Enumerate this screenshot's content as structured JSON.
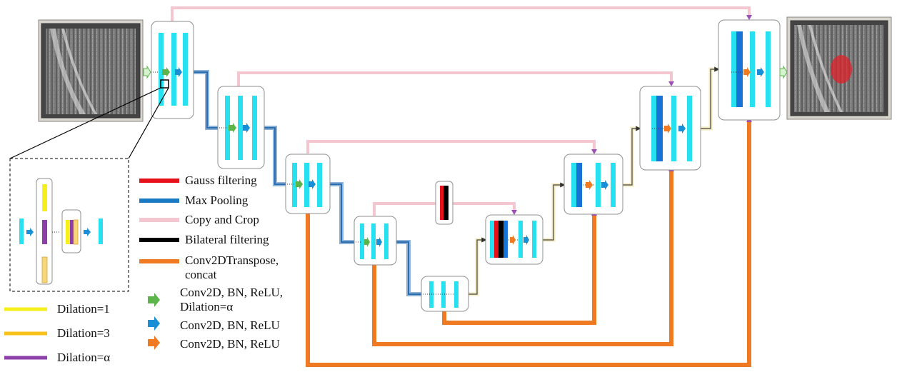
{
  "legend": {
    "items": [
      {
        "label": "Gauss filtering",
        "color": "#e8101a"
      },
      {
        "label": "Max Pooling",
        "color": "#1b7ac4"
      },
      {
        "label": "Copy and Crop",
        "color": "#f4c6cf"
      },
      {
        "label": "Bilateral filtering",
        "color": "#000000"
      },
      {
        "label": "Conv2DTranspose,",
        "label2": "concat",
        "color": "#f07a21"
      }
    ],
    "arrows": [
      {
        "label": "Conv2D, BN, ReLU,",
        "label2": "Dilation=α",
        "color": "#5cb44a"
      },
      {
        "label": "Conv2D, BN, ReLU",
        "color": "#1b8fd6"
      },
      {
        "label": "Conv2D, BN, ReLU",
        "color": "#f07a21"
      }
    ]
  },
  "dilation_legend": [
    {
      "label": "Dilation=1",
      "color": "#f7ef1c"
    },
    {
      "label": "Dilation=3",
      "color": "#f9c21a"
    },
    {
      "label": "Dilation=α",
      "color": "#8c3fa8"
    }
  ],
  "colors": {
    "feature_map": "#27e0f0",
    "feature_map_dark": "#1673d8",
    "block_border": "#8f8f8f",
    "copy_crop": "#f4c6cf",
    "max_pool": "#1b7ac4",
    "conv_transpose": "#f07a21",
    "gauss": "#e8101a",
    "bilateral": "#000000",
    "segmentation": "#e0202a"
  }
}
